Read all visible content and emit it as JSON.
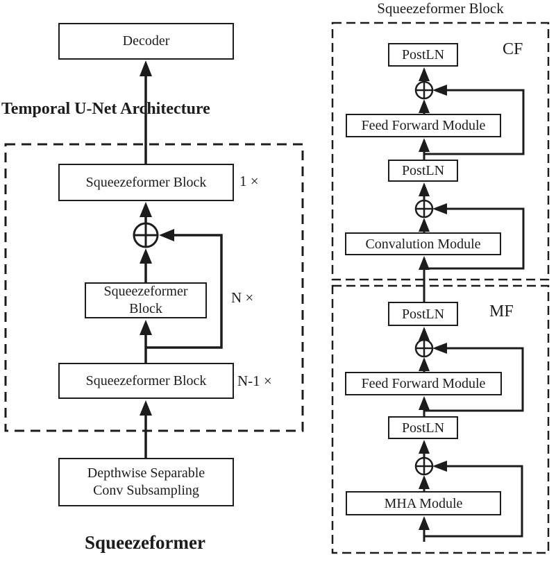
{
  "left_diagram": {
    "title_lines": [
      "Temporal U-Net",
      "Architecture"
    ],
    "decoder": "Decoder",
    "blocks": [
      {
        "label": "Squeezeformer Block",
        "multiplier": "1 ×"
      },
      {
        "label_lines": [
          "Squeezeformer",
          "Block"
        ],
        "multiplier": "N ×"
      },
      {
        "label": "Squeezeformer Block",
        "multiplier": "N-1 ×"
      },
      {
        "label_lines": [
          "Depthwise Separable",
          "Conv Subsampling"
        ]
      }
    ],
    "caption": "Squeezeformer"
  },
  "right_diagram": {
    "title": "Squeezeformer Block",
    "cf_section": {
      "label": "CF",
      "blocks": [
        "PostLN",
        "Feed Forward Module",
        "PostLN",
        "Convalution Module"
      ]
    },
    "mf_section": {
      "label": "MF",
      "blocks": [
        "PostLN",
        "Feed Forward Module",
        "PostLN",
        "MHA Module"
      ]
    }
  },
  "colors": {
    "line": "#1c1c1c",
    "background": "#ffffff"
  }
}
